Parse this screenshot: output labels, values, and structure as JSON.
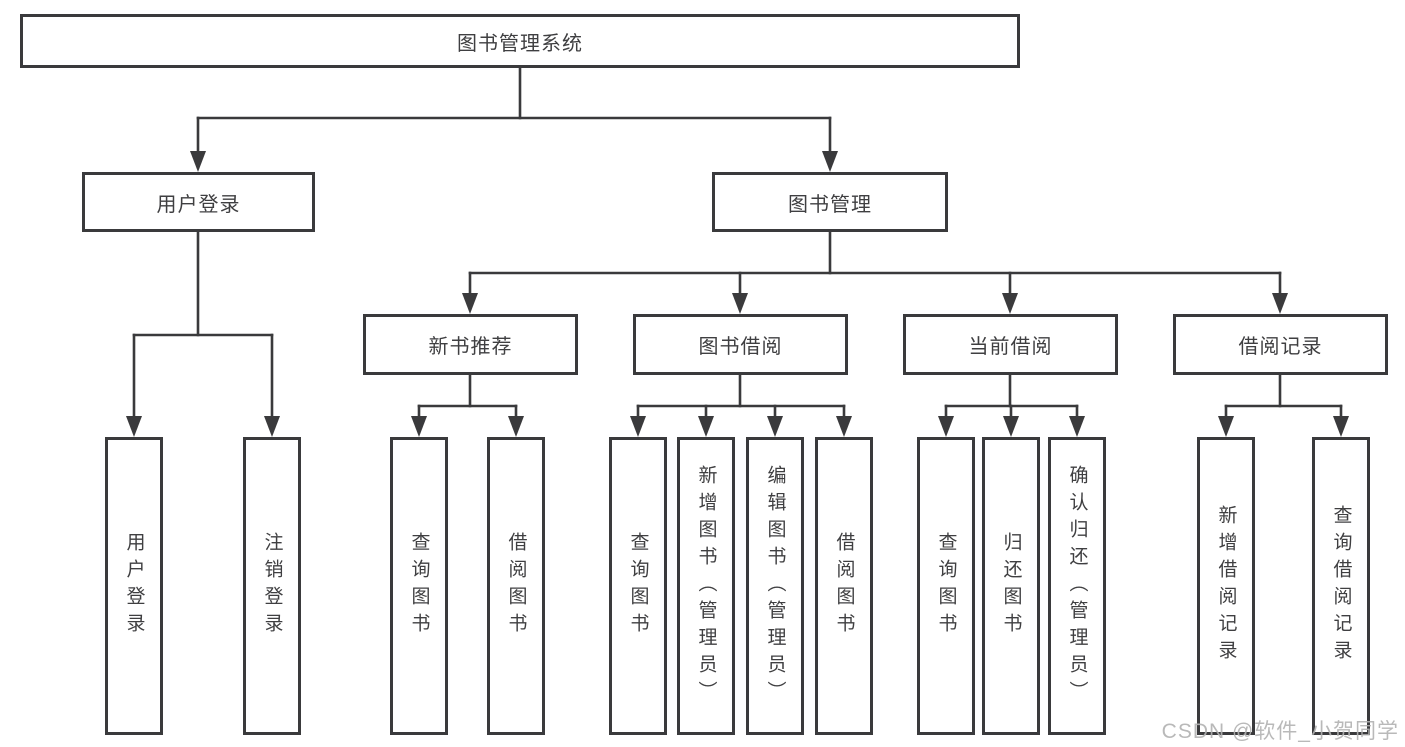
{
  "diagram": {
    "root": {
      "label": "图书管理系统"
    },
    "level1": [
      {
        "label": "用户登录"
      },
      {
        "label": "图书管理"
      }
    ],
    "level2": [
      {
        "label": "新书推荐"
      },
      {
        "label": "图书借阅"
      },
      {
        "label": "当前借阅"
      },
      {
        "label": "借阅记录"
      }
    ],
    "leaves": [
      {
        "label": "用户登录"
      },
      {
        "label": "注销登录"
      },
      {
        "label": "查询图书"
      },
      {
        "label": "借阅图书"
      },
      {
        "label": "查询图书"
      },
      {
        "label": "新增图书（管理员）"
      },
      {
        "label": "编辑图书（管理员）"
      },
      {
        "label": "借阅图书"
      },
      {
        "label": "查询图书"
      },
      {
        "label": "归还图书"
      },
      {
        "label": "确认归还（管理员）"
      },
      {
        "label": "新增借阅记录"
      },
      {
        "label": "查询借阅记录"
      }
    ]
  },
  "watermark": "CSDN @软件_小贺同学",
  "colors": {
    "line": "#3a3a3c",
    "text": "#3f3f41",
    "watermark": "#b2b2b2",
    "background": "#ffffff"
  }
}
